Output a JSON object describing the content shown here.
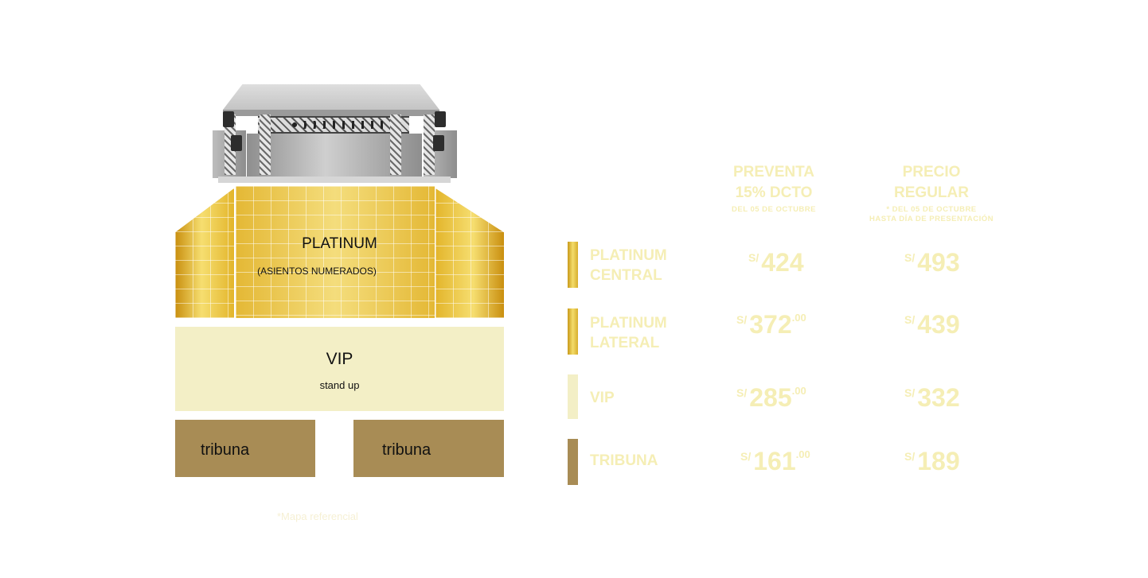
{
  "map": {
    "zones": {
      "platinum": {
        "title": "PLATINUM",
        "subtitle": "(ASIENTOS NUMERADOS)"
      },
      "vip": {
        "title": "VIP",
        "subtitle": "stand up"
      },
      "tribuna_left": {
        "label": "tribuna"
      },
      "tribuna_right": {
        "label": "tribuna"
      }
    },
    "note": "*Mapa referencial"
  },
  "prices": {
    "columns": [
      {
        "line1": "PREVENTA",
        "line2": "15% DCTO",
        "line3": "DEL 05 DE OCTUBRE"
      },
      {
        "line1": "PRECIO",
        "line2": "REGULAR",
        "line3": "* DEL 05 DE OCTUBRE",
        "line4": "HASTA DÍA DE PRESENTACIÓN"
      }
    ],
    "currency": "S/",
    "rows": [
      {
        "line1": "PLATINUM",
        "line2": "CENTRAL",
        "presale": "424",
        "presale_dec": "",
        "regular": "493",
        "color": "#e8c43a"
      },
      {
        "line1": "PLATINUM",
        "line2": "LATERAL",
        "presale": "372",
        "presale_dec": ".00",
        "regular": "439",
        "color": "#e8c43a"
      },
      {
        "line1": "VIP",
        "line2": "",
        "presale": "285",
        "presale_dec": ".00",
        "regular": "332",
        "color": "#f3efc6"
      },
      {
        "line1": "TRIBUNA",
        "line2": "",
        "presale": "161",
        "presale_dec": ".00",
        "regular": "189",
        "color": "#a88c55"
      }
    ]
  },
  "colors": {
    "platinum": "#e1bf4a",
    "vip": "#f3efc6",
    "tribuna": "#a88c55",
    "table_text": "#f5eeb5"
  }
}
